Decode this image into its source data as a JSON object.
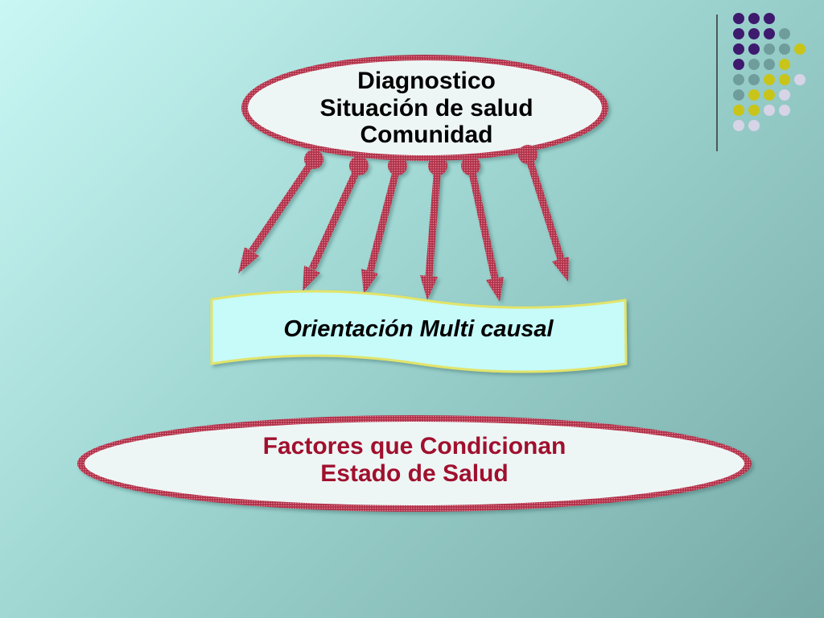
{
  "slide": {
    "colors": {
      "background_top": "#c9f7f4",
      "background_bottom": "#77aaa6",
      "accent": "#b0304a",
      "title_red": "#a0102e",
      "banner_fill": "#c6fbfa",
      "banner_border": "#e2e46a"
    }
  },
  "diagram": {
    "top_ellipse": {
      "lines": [
        "Diagnostico",
        "Situación de salud",
        "Comunidad"
      ]
    },
    "banner": {
      "label": "Orientación Multi causal"
    },
    "bottom_ellipse": {
      "lines": [
        "Factores que Condicionan",
        "Estado de Salud"
      ]
    },
    "arrow_count": 6
  },
  "decoration": {
    "dot_grid": {
      "rows": [
        [
          "purple",
          "purple",
          "purple"
        ],
        [
          "purple",
          "purple",
          "purple",
          "teal"
        ],
        [
          "purple",
          "purple",
          "teal",
          "teal",
          "yellow"
        ],
        [
          "purple",
          "teal",
          "teal",
          "yellow"
        ],
        [
          "teal",
          "teal",
          "yellow",
          "yellow",
          "lavender"
        ],
        [
          "teal",
          "yellow",
          "yellow",
          "lavender"
        ],
        [
          "yellow",
          "yellow",
          "lavender",
          "lavender"
        ],
        [
          "lavender",
          "lavender"
        ]
      ],
      "palette": {
        "purple": "#3e1a6e",
        "teal": "#6e9d9c",
        "yellow": "#c8c419",
        "lavender": "#d7d4e8"
      }
    }
  }
}
